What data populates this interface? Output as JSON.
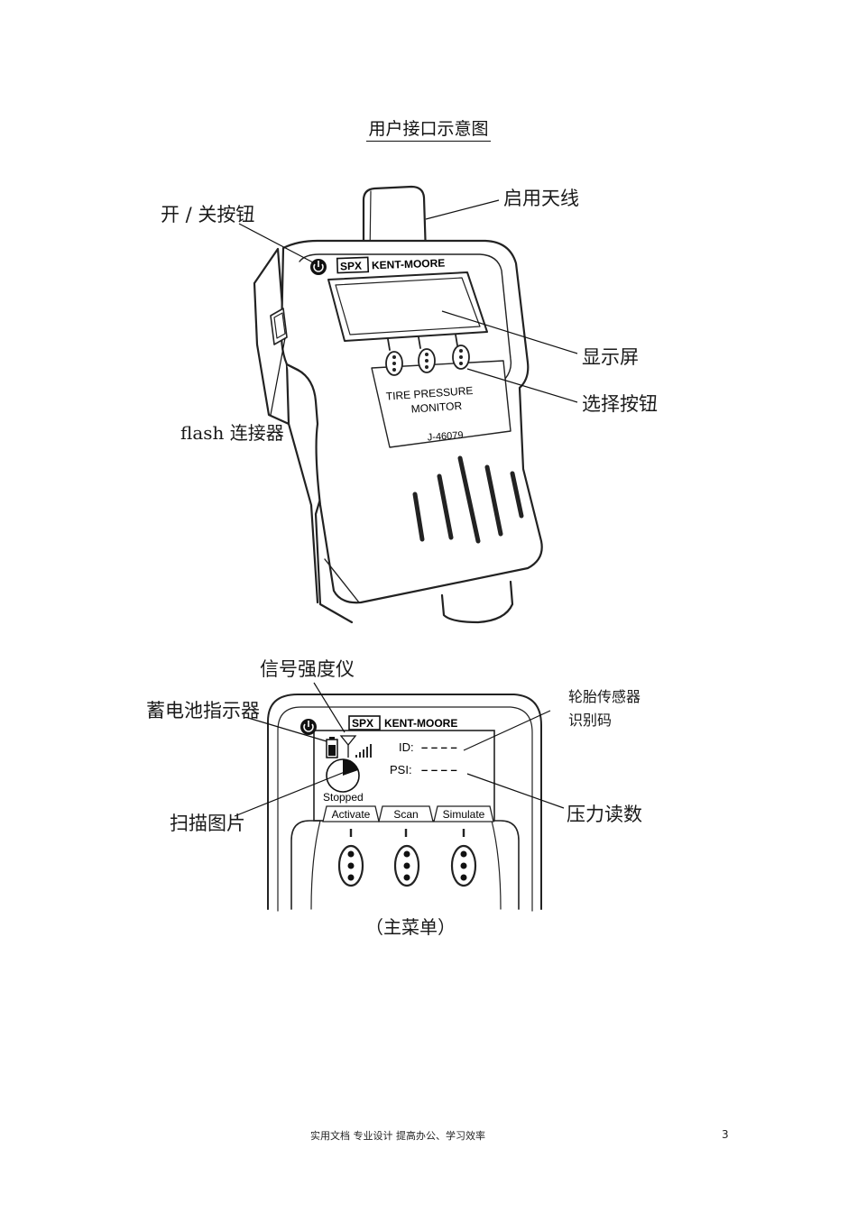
{
  "page_title": "用户接口示意图",
  "device": {
    "brand_spx": "SPX",
    "brand_name": "KENT-MOORE",
    "product_line1": "TIRE PRESSURE",
    "product_line2": "MONITOR",
    "model": "J-46079"
  },
  "device_callouts": {
    "power_button": "开 / 关按钮",
    "antenna": "启用天线",
    "display": "显示屏",
    "select_buttons": "选择按钮",
    "flash_connector": "flash 连接器"
  },
  "menu_screen": {
    "id_label": "ID:",
    "id_value": "– – – –",
    "psi_label": "PSI:",
    "psi_value": "– – – –",
    "scan_status": "Stopped",
    "softkeys": [
      "Activate",
      "Scan",
      "Simulate"
    ]
  },
  "menu_callouts": {
    "signal_meter": "信号强度仪",
    "battery_indicator": "蓄电池指示器",
    "sensor_id_line1": "轮胎传感器",
    "sensor_id_line2": "识别码",
    "scan_graphic": "扫描图片",
    "pressure_reading": "压力读数",
    "caption": "（主菜单）"
  },
  "footer": {
    "text": "实用文档   专业设计   提高办公、学习效率",
    "page_number": "3"
  }
}
